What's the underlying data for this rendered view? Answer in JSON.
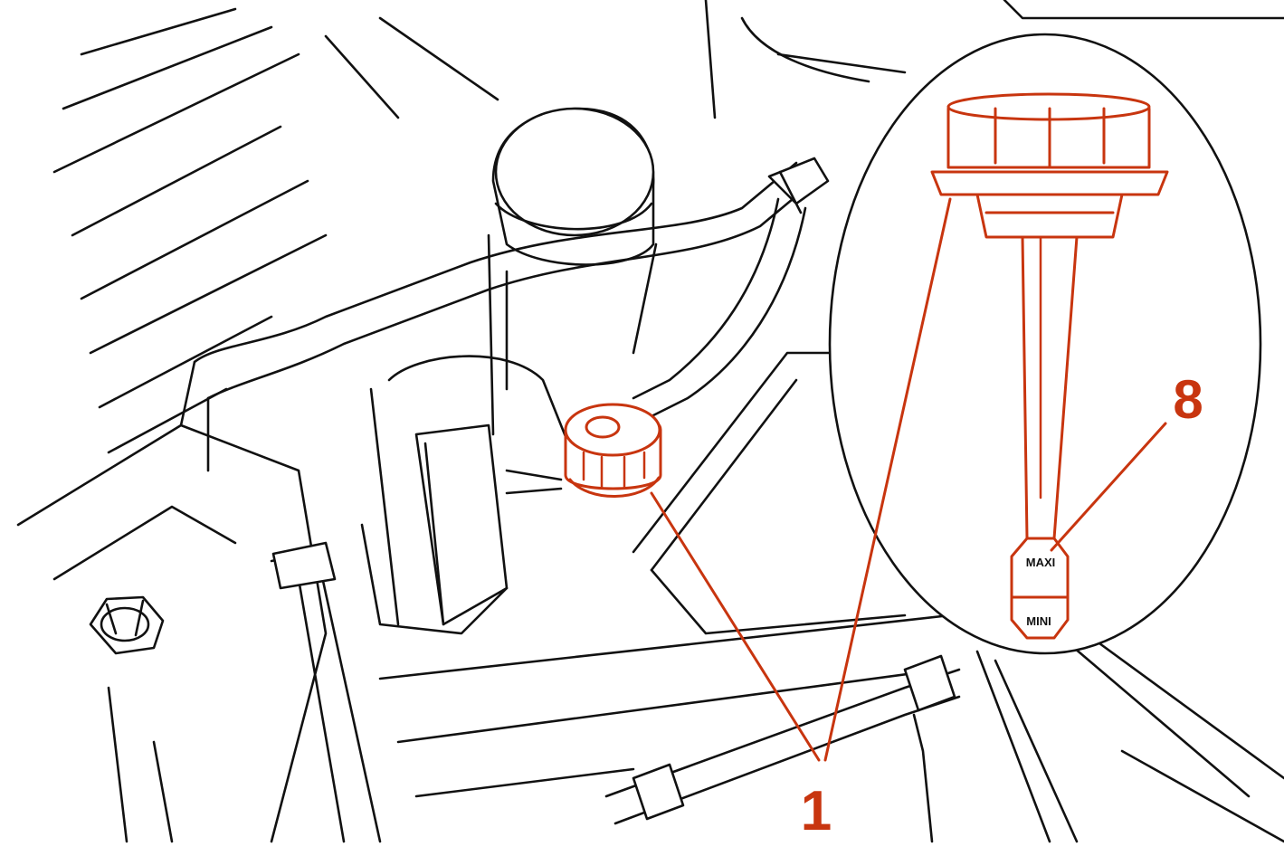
{
  "callouts": {
    "cap": "1",
    "level_marks": "8"
  },
  "dipstick": {
    "max_label": "MAXI",
    "min_label": "MINI"
  },
  "colors": {
    "line": "#111111",
    "highlight": "#c8350f",
    "background": "#ffffff"
  }
}
